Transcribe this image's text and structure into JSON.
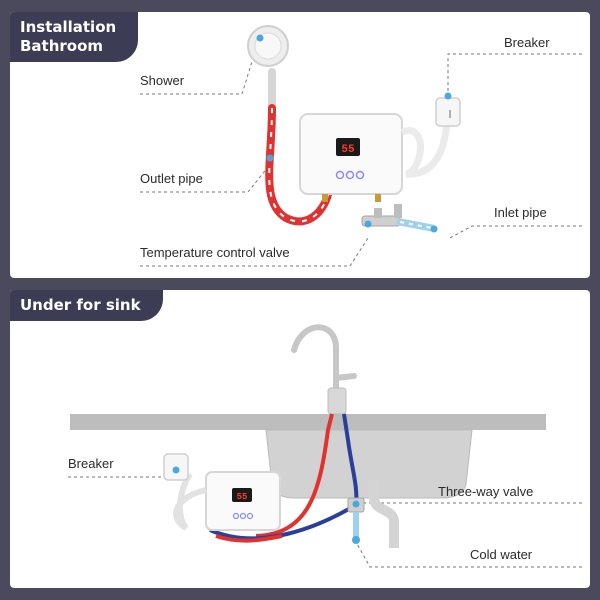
{
  "sections": {
    "bathroom": {
      "title": "Installation\nBathroom",
      "labels": {
        "shower": "Shower",
        "breaker": "Breaker",
        "outlet_pipe": "Outlet pipe",
        "inlet_pipe": "Inlet pipe",
        "temp_valve": "Temperature control valve"
      },
      "display": "55"
    },
    "sink": {
      "title": "Under for sink",
      "labels": {
        "breaker": "Breaker",
        "three_way_valve": "Three-way valve",
        "cold_water": "Cold water"
      },
      "display": "55"
    }
  },
  "colors": {
    "tag_bg": "#3c3c54",
    "background": "#4a4a5c",
    "hot_pipe": "#e0322e",
    "cold_pipe": "#2a3f9a",
    "accent": "#4aa8e0"
  }
}
